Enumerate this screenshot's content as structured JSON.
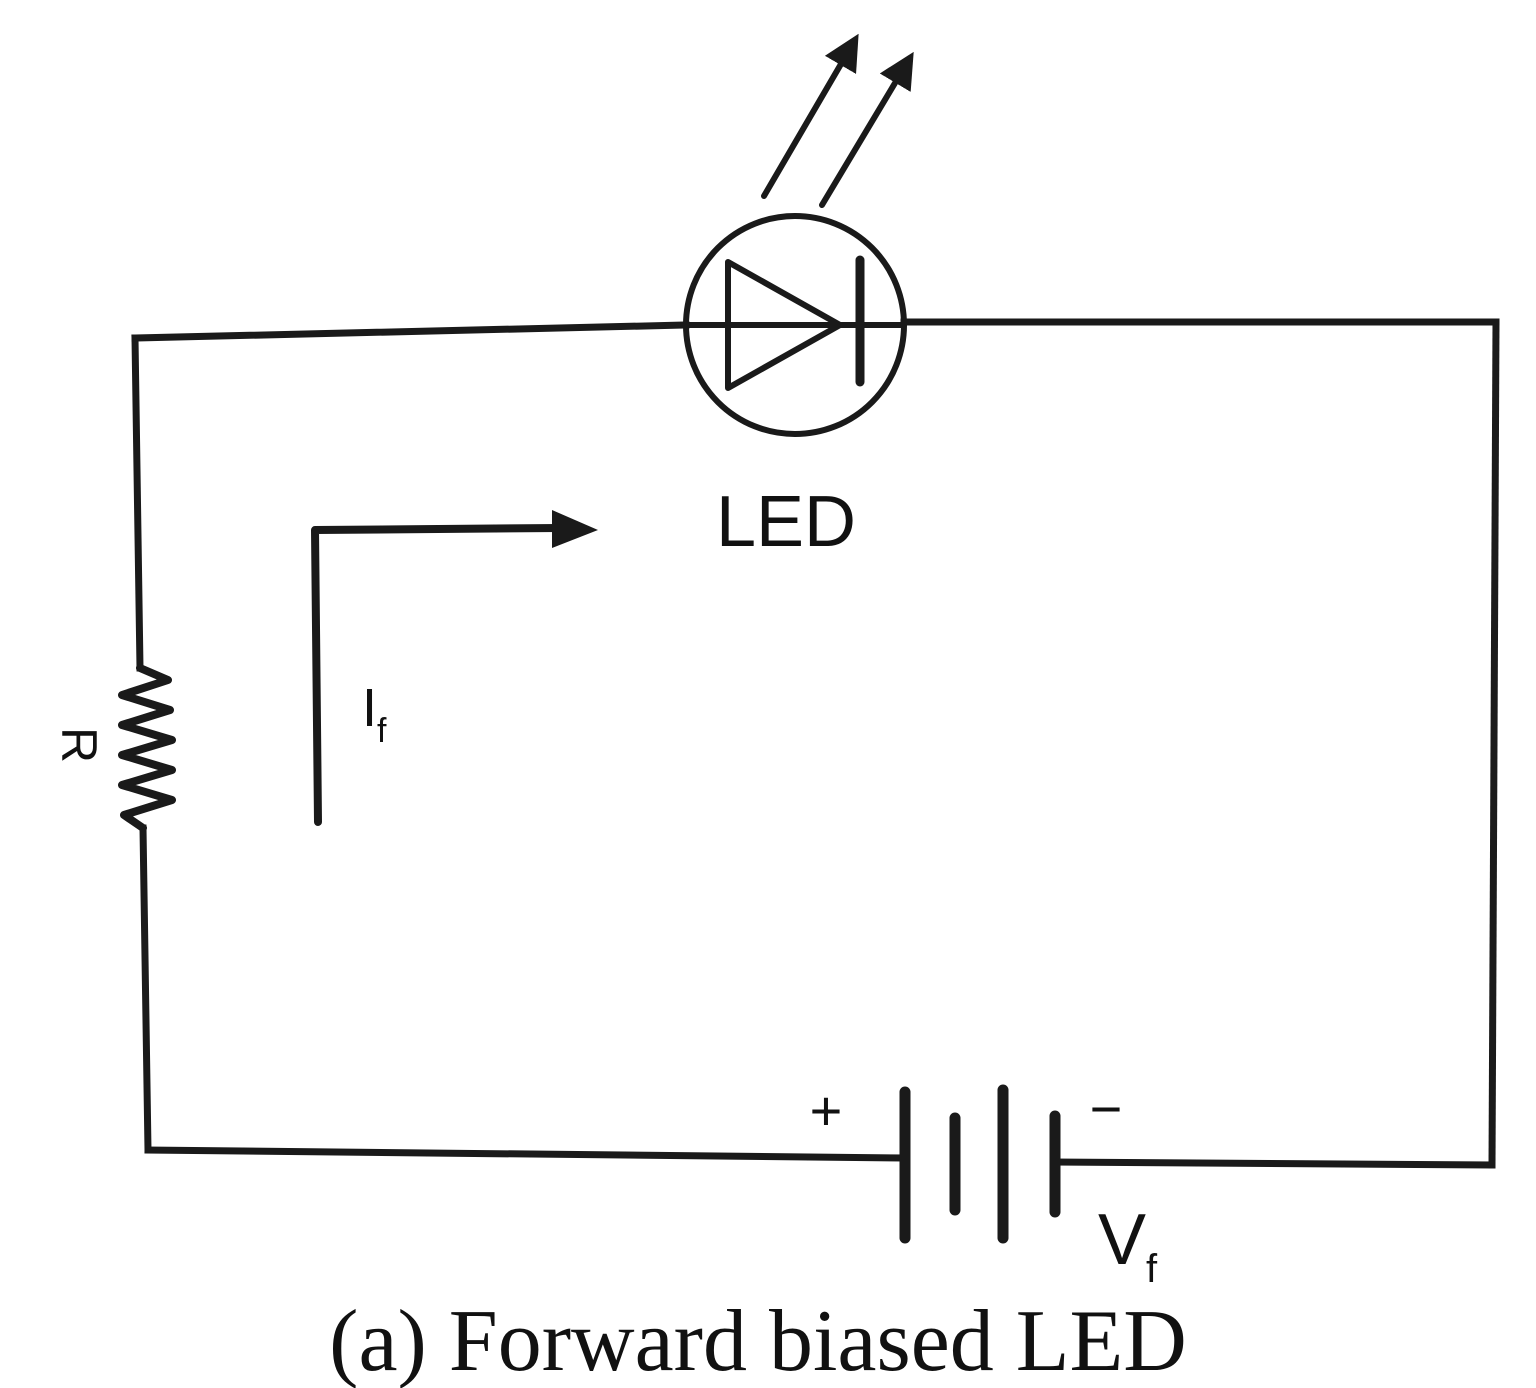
{
  "labels": {
    "led": "LED",
    "resistor": "R",
    "current_main": "I",
    "current_sub": "f",
    "voltage_main": "V",
    "voltage_sub": "f",
    "plus": "+",
    "minus": "−"
  },
  "caption": "(a) Forward biased LED",
  "colors": {
    "ink": "#1a1a1a",
    "background": "#ffffff"
  }
}
